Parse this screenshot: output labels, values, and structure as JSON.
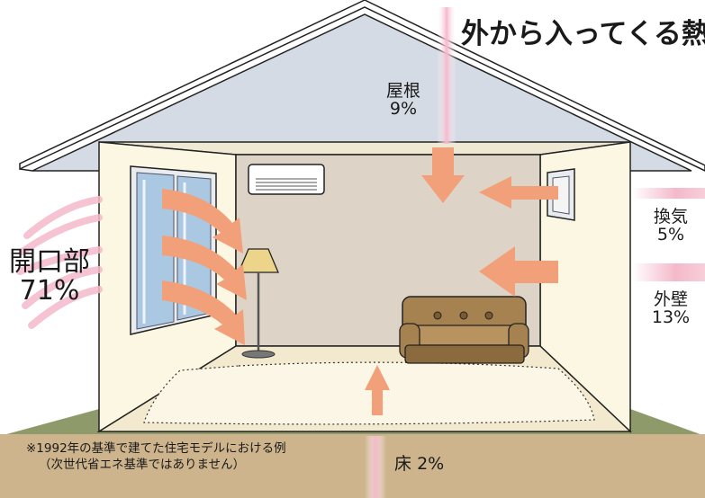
{
  "title": "外から入ってくる熱",
  "sources": {
    "roof": {
      "name": "屋根",
      "value": "9%"
    },
    "openings": {
      "name": "開口部",
      "value": "71%"
    },
    "ventilation": {
      "name": "換気",
      "value": "5%"
    },
    "wall": {
      "name": "外壁",
      "value": "13%"
    },
    "floor": {
      "name": "床",
      "value": "2%"
    }
  },
  "note": {
    "line1": "※1992年の基準で建てた住宅モデルにおける例",
    "line2": "（次世代省エネ基準ではありません）"
  },
  "colors": {
    "arrow": "#f2a079",
    "arrow_stripe": "#f5c4d2",
    "roof_fill": "#d4dbe4",
    "wall": "#fbf7e2",
    "back_wall": "#ddd4c7",
    "ground": "#cdb48c",
    "grass": "#8f9a6b",
    "sofa": "#a68250"
  }
}
